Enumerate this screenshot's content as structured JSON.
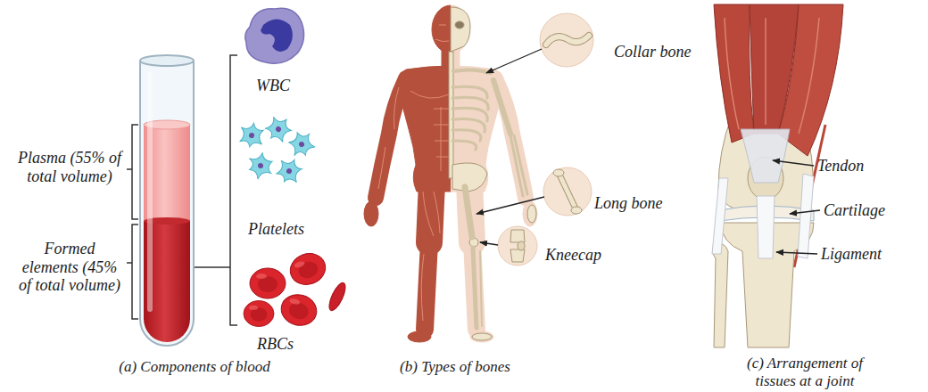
{
  "diagram": {
    "labels": [
      "Plasma (55% of total volume)",
      "Formed elements (45% of total volume)",
      "WBC",
      "Platelets",
      "RBCs",
      "Collar bone",
      "Long bone",
      "Kneecap",
      "Tendon",
      "Cartilage",
      "Ligament",
      "(a) Components of blood",
      "(b) Types of bones",
      "(c) Arrangement of tissues at a joint"
    ]
  }
}
